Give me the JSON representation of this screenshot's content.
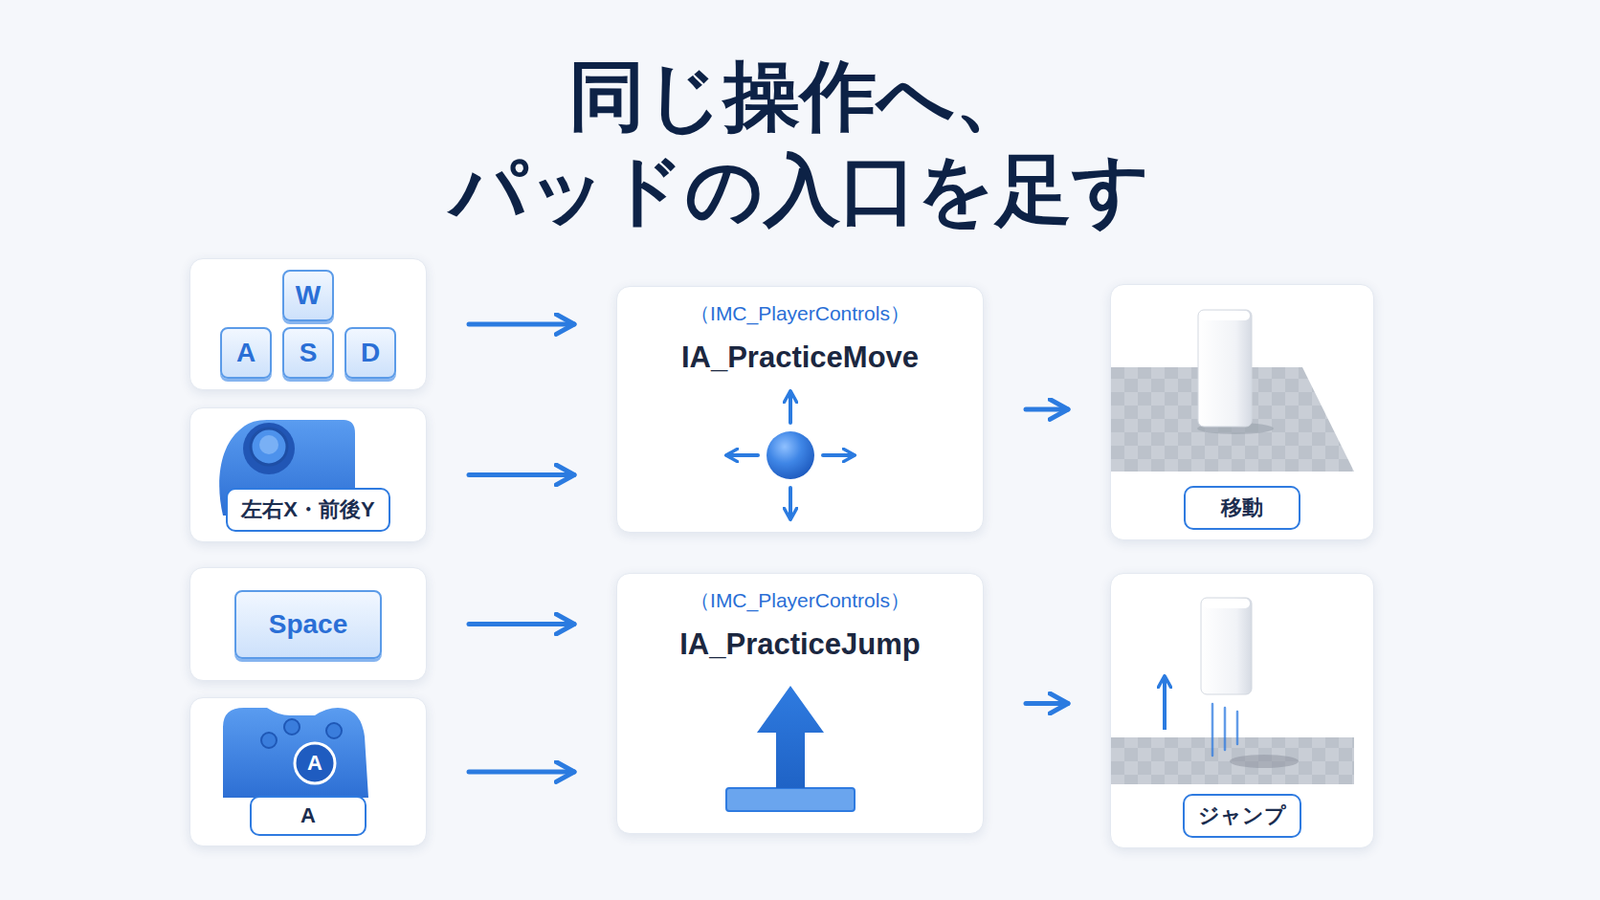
{
  "diagram": {
    "title": "同じ操作へ、 パッドの入口を足す",
    "nodes": [
      {
        "text": [
          "W",
          "A",
          "S",
          "D"
        ]
      },
      {
        "text": [
          "左右X・前後Y"
        ]
      },
      {
        "text": [
          "Space"
        ]
      },
      {
        "text": [
          "A"
        ]
      },
      {
        "text": [
          "（IMC_PlayerControls）",
          "IA_PracticeMove"
        ]
      },
      {
        "text": [
          "（IMC_PlayerControls）",
          "IA_PracticeJump"
        ]
      },
      {
        "text": [
          "移動"
        ]
      },
      {
        "text": [
          "ジャンプ"
        ]
      }
    ],
    "edges": [
      {
        "from": 0,
        "to": 4,
        "arrow": "to"
      },
      {
        "from": 1,
        "to": 4,
        "arrow": "to"
      },
      {
        "from": 2,
        "to": 5,
        "arrow": "to"
      },
      {
        "from": 3,
        "to": 5,
        "arrow": "to"
      },
      {
        "from": 4,
        "to": 6,
        "arrow": "to"
      },
      {
        "from": 5,
        "to": 7,
        "arrow": "to"
      }
    ],
    "labels": [
      "A"
    ]
  }
}
